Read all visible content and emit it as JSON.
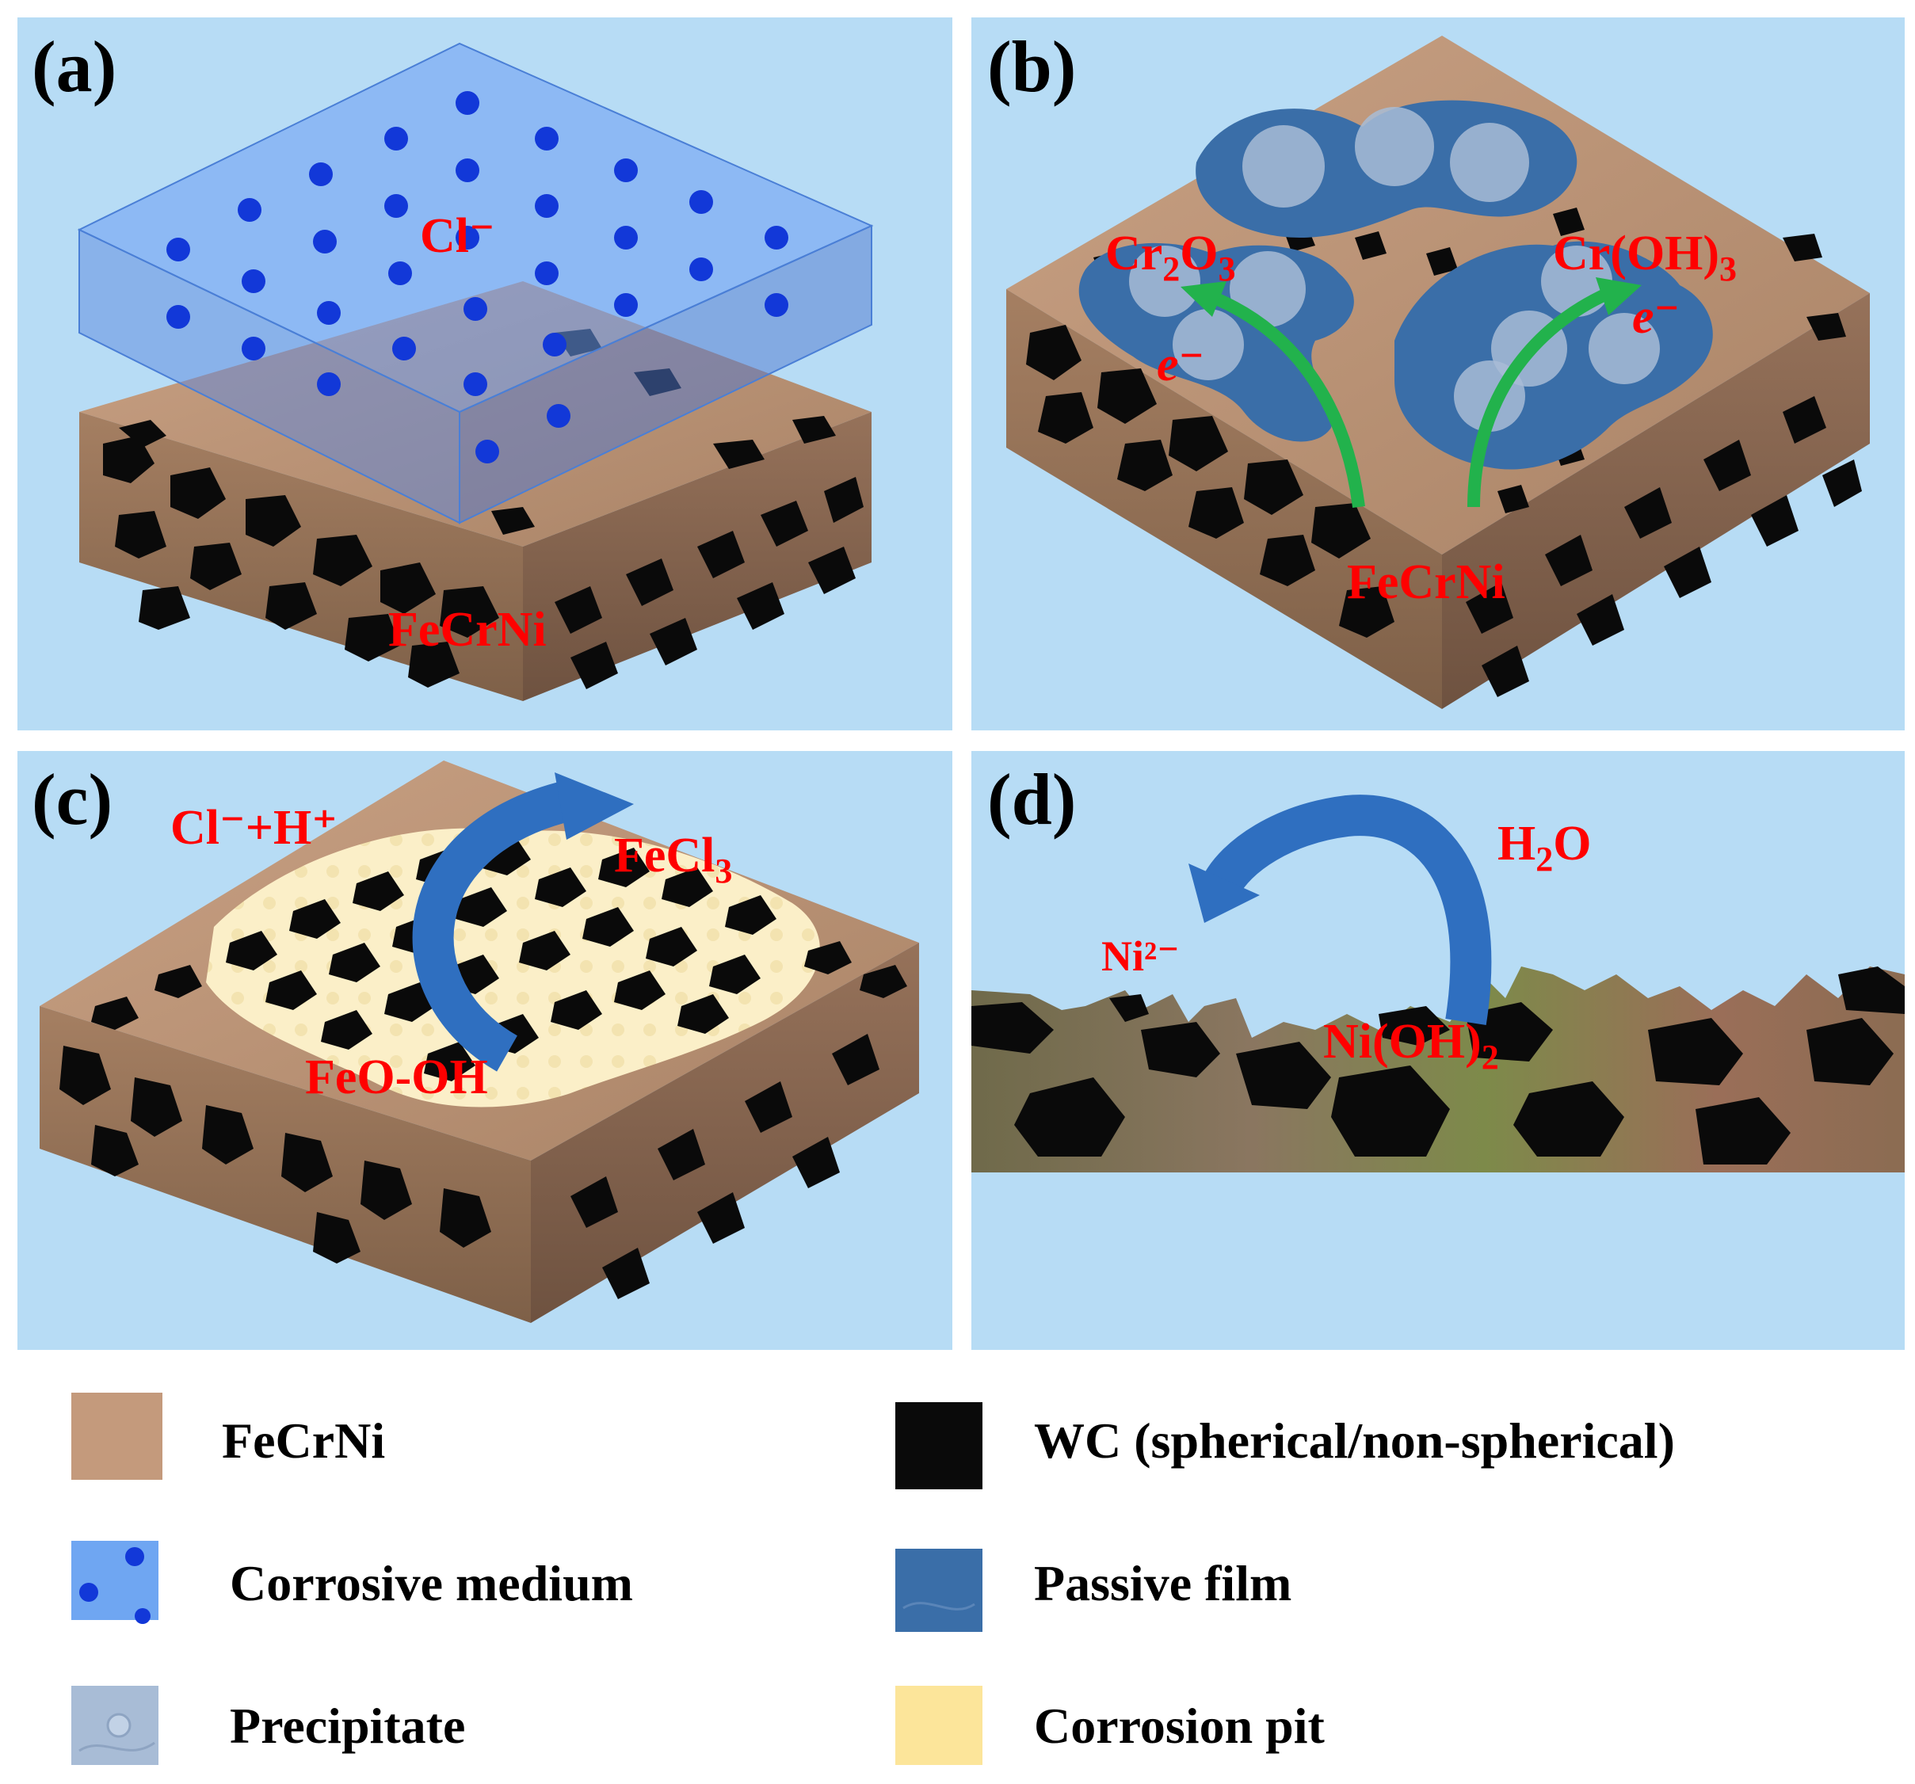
{
  "panels": {
    "a": {
      "letter": "(a)",
      "labels": {
        "cl": "Cl⁻",
        "fecrni": "FeCrNi"
      }
    },
    "b": {
      "letter": "(b)",
      "labels": {
        "cr2o3_main": "Cr",
        "cr2o3_sub": "2",
        "cr2o3_tail": "O",
        "cr2o3_sub2": "3",
        "croh3_main": "Cr(OH)",
        "croh3_sub": "3",
        "e_left": "e⁻",
        "e_right": "e⁻",
        "fecrni": "FeCrNi"
      }
    },
    "c": {
      "letter": "(c)",
      "labels": {
        "clh": "Cl⁻+H⁺",
        "fecl3_main": "FeCl",
        "fecl3_sub": "3",
        "feooh": "FeO-OH"
      }
    },
    "d": {
      "letter": "(d)",
      "labels": {
        "h2o_a": "H",
        "h2o_sub": "2",
        "h2o_b": "O",
        "ni2": "Ni²⁻",
        "nioh2_main": "Ni(OH)",
        "nioh2_sub": "2"
      }
    }
  },
  "legend": {
    "items": [
      {
        "label": "FeCrNi",
        "color": "#c49a7c"
      },
      {
        "label": "WC (spherical/non-spherical)",
        "color": "#0a0a0a"
      },
      {
        "label": "Corrosive medium",
        "color": "#6fa6f2"
      },
      {
        "label": "Passive film",
        "color": "#3a6ea8"
      },
      {
        "label": "Precipitate",
        "color": "#a8bcd6"
      },
      {
        "label": "Corrosion pit",
        "color": "#fce59a"
      }
    ]
  },
  "colors": {
    "panel_bg": "#b7dcf5",
    "matrix": "#b48a6c",
    "wc": "#0a0a0a",
    "medium": "#5d8fe8",
    "ion": "#1040e0",
    "passive": "#3a6ea8",
    "arrow_green": "#22b24c",
    "arrow_blue": "#2f6fc0",
    "chem_text": "#ff0000"
  }
}
